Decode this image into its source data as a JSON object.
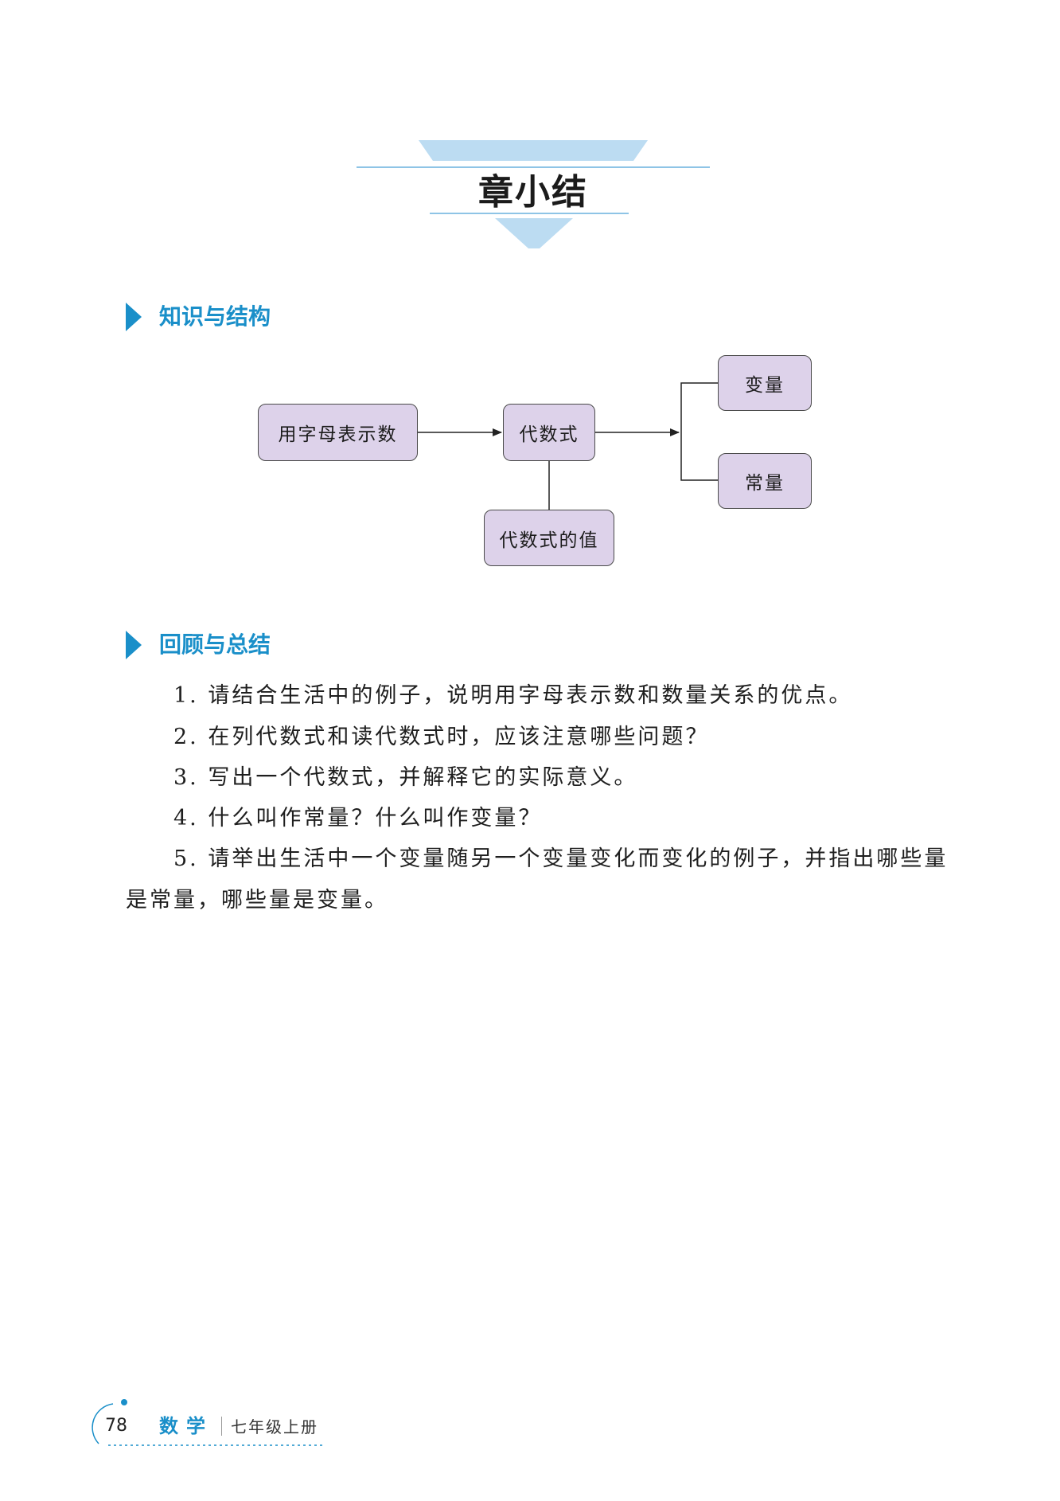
{
  "chapter_title": "章小结",
  "sections": {
    "knowledge": {
      "title": "知识与结构"
    },
    "review": {
      "title": "回顾与总结"
    }
  },
  "diagram": {
    "nodes": {
      "letters": "用字母表示数",
      "expression": "代数式",
      "value": "代数式的值",
      "variable": "变量",
      "constant": "常量"
    }
  },
  "questions": [
    {
      "num": "1.",
      "text": "请结合生活中的例子，说明用字母表示数和数量关系的优点。"
    },
    {
      "num": "2.",
      "text": "在列代数式和读代数式时，应该注意哪些问题？"
    },
    {
      "num": "3.",
      "text": "写出一个代数式，并解释它的实际意义。"
    },
    {
      "num": "4.",
      "text": "什么叫作常量？什么叫作变量？"
    },
    {
      "num": "5.",
      "text": "请举出生活中一个变量随另一个变量变化而变化的例子，并指出哪些量是常量，哪些量是变量。"
    }
  ],
  "footer": {
    "page_number": "78",
    "subject": "数学",
    "grade": "七年级上册"
  },
  "colors": {
    "accent_blue": "#1a8fc9",
    "banner_light_blue": "#bcdcf2",
    "node_fill": "#ddd2ea"
  }
}
